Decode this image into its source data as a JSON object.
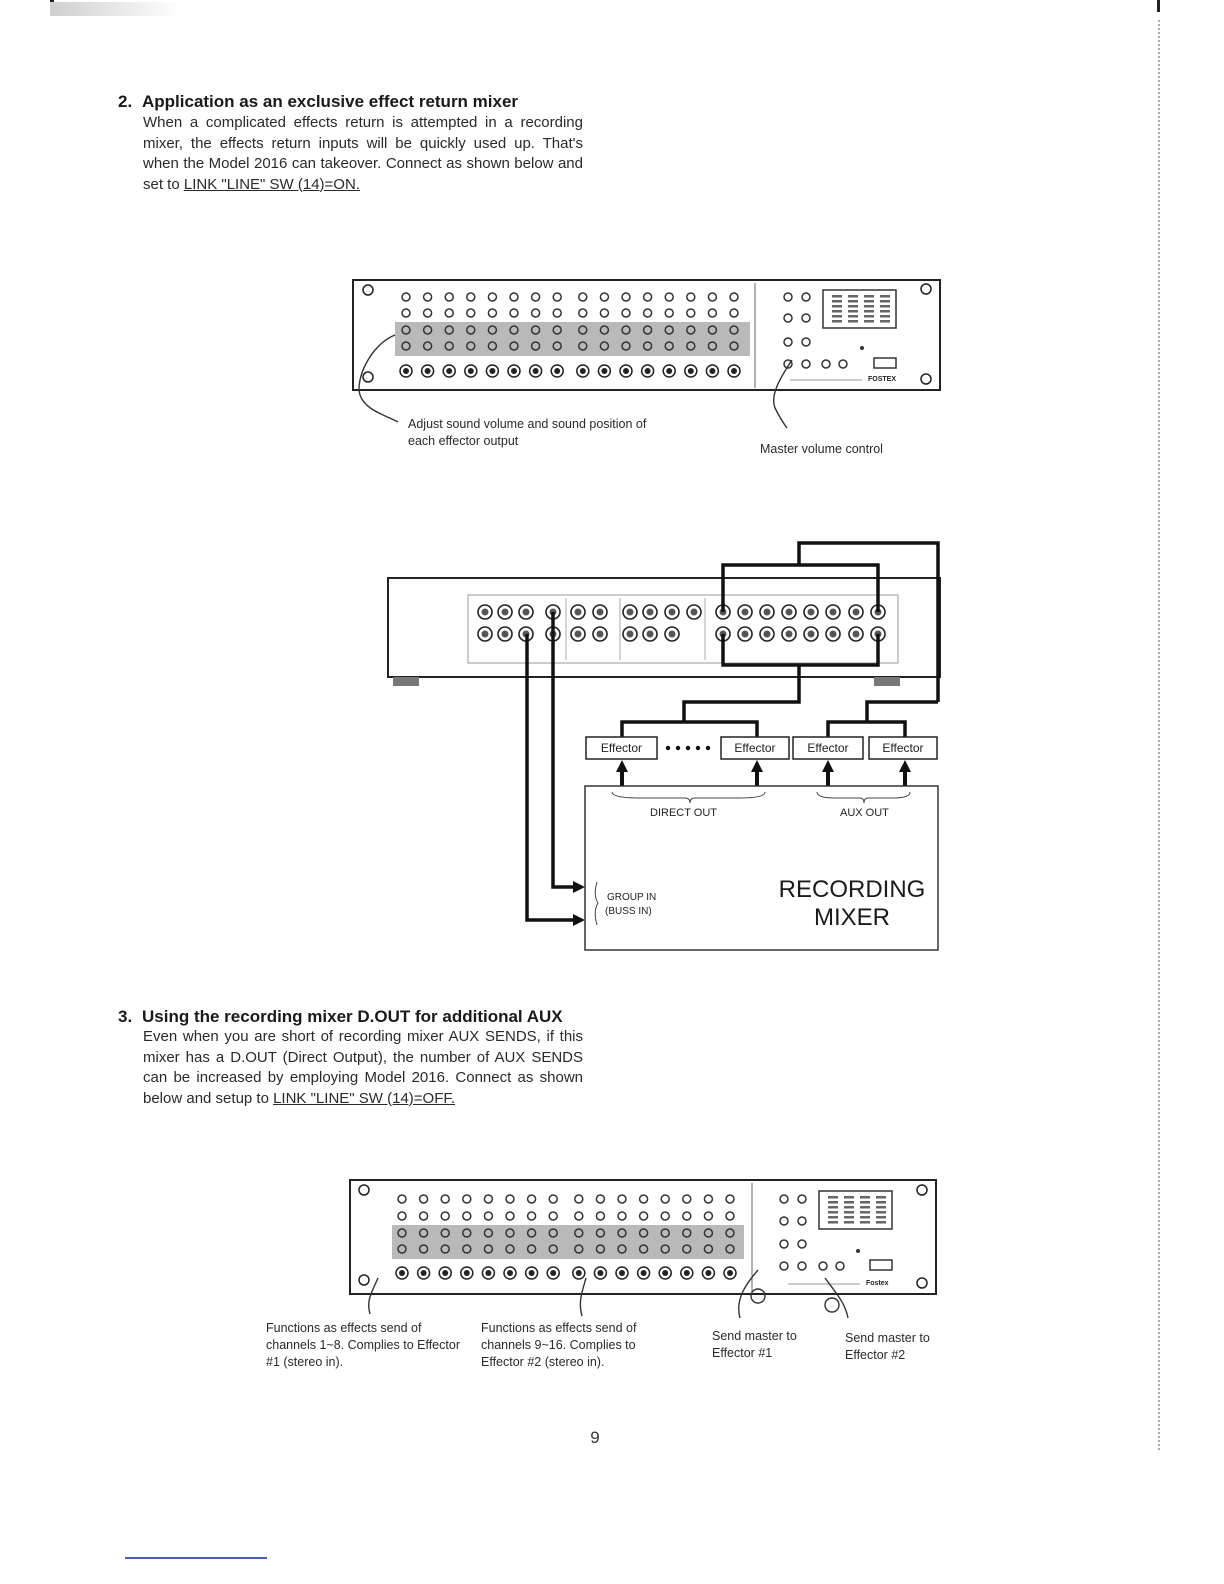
{
  "section2": {
    "number": "2.",
    "title": "Application as an exclusive effect return mixer",
    "body": "When a complicated effects return is attempted in a recording mixer, the effects return inputs will be quickly used up. That's when the Model 2016 can takeover. Connect as shown below and set to ",
    "link": "LINK \"LINE\" SW (14)=ON."
  },
  "diagram1": {
    "brand": "FOSTEX",
    "caption_left": "Adjust sound volume and sound position of each effector output",
    "caption_right": "Master volume control"
  },
  "diagram2": {
    "effector_label": "Effector",
    "direct_out": "DIRECT OUT",
    "aux_out": "AUX OUT",
    "group_in": "GROUP IN",
    "buss_in": "(BUSS IN)",
    "mixer_line1": "RECORDING",
    "mixer_line2": "MIXER"
  },
  "section3": {
    "number": "3.",
    "title": "Using the recording mixer D.OUT for additional AUX",
    "body": "Even when you are short of recording mixer AUX SENDS, if this mixer has a D.OUT (Direct Output), the number of AUX SENDS can be increased by employing Model 2016. Connect as shown below and setup to ",
    "link": "LINK \"LINE\" SW (14)=OFF."
  },
  "diagram3": {
    "brand": "Fostex",
    "caption1": "Functions as effects send of channels 1~8. Complies to Effector #1 (stereo in).",
    "caption2": "Functions as effects send of channels 9~16. Complies to Effector #2 (stereo in).",
    "caption3": "Send master to Effector #1",
    "caption4": "Send master to Effector #2"
  },
  "page_number": "9"
}
